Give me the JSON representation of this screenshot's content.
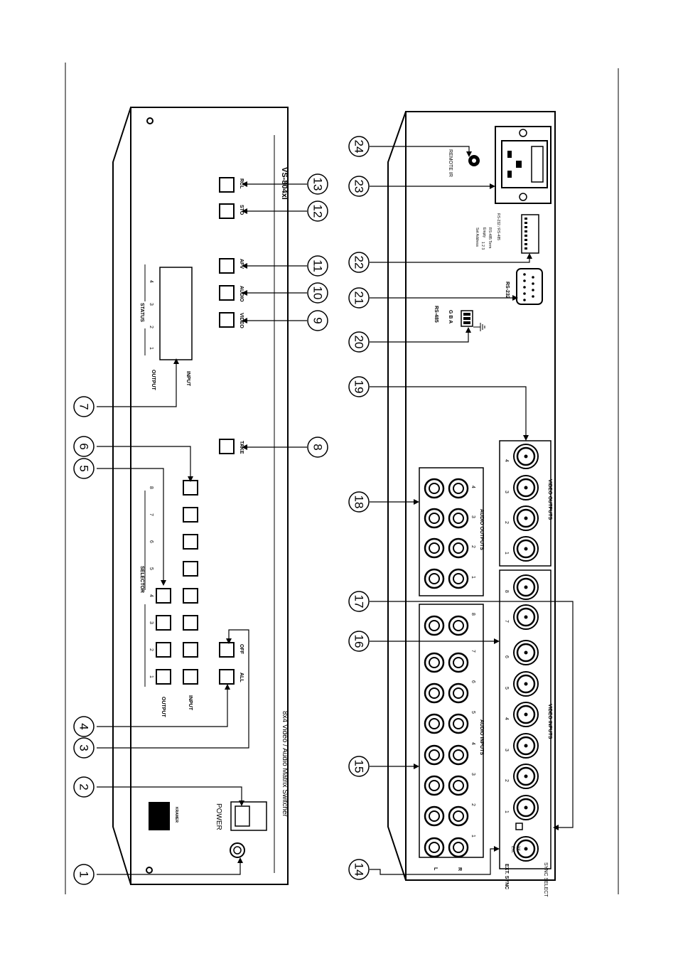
{
  "front_panel": {
    "model": "VS-804xl",
    "subtitle": "8x4 Video / Audio Matrix Switcher",
    "brand": "KRAMER",
    "power_label": "POWER",
    "selector_label": "SELECTOR",
    "output_label": "OUTPUT",
    "input_label": "INPUT",
    "status_label": "STATUS",
    "status_output_label": "OUTPUT",
    "status_input_label": "INPUT",
    "selector_numbers": [
      "1",
      "2",
      "3",
      "4",
      "5",
      "6",
      "7",
      "8"
    ],
    "status_numbers": [
      "1",
      "2",
      "3",
      "4"
    ],
    "all_label": "ALL",
    "off_label": "OFF",
    "take_label": "TAKE",
    "video_label": "VIDEO",
    "audio_label": "AUDIO",
    "afv_label": "AFV",
    "sto_label": "STO",
    "rcl_label": "RCL"
  },
  "rear_panel": {
    "remote_ir_label": "REMOTE IR",
    "rs485_label": "RS-485",
    "gba_label": "G B A",
    "rs232_label": "RS-232",
    "dip_labels": [
      "RS-232 / RS-485",
      "RS-485 Term",
      "Empty",
      "Set Address",
      "1 2 3"
    ],
    "audio_inputs_label": "AUDIO INPUTS",
    "audio_outputs_label": "AUDIO OUTPUTS",
    "video_inputs_label": "VIDEO INPUTS",
    "video_outputs_label": "VIDEO OUTPUTS",
    "ext_sync_label": "EXT. SYNC",
    "sync_select_label": "SYNC SELECT",
    "ext_label": "Ext.",
    "int_label": "Int.",
    "l_label": "L",
    "r_label": "R",
    "audio_input_numbers": [
      "1",
      "2",
      "3",
      "4",
      "5",
      "6",
      "7",
      "8"
    ],
    "audio_output_numbers": [
      "1",
      "2",
      "3",
      "4"
    ],
    "video_input_numbers": [
      "1",
      "2",
      "3",
      "4",
      "5",
      "6",
      "7",
      "8"
    ],
    "video_output_numbers": [
      "1",
      "2",
      "3",
      "4"
    ]
  },
  "callouts": [
    "1",
    "2",
    "3",
    "4",
    "5",
    "6",
    "7",
    "8",
    "9",
    "10",
    "11",
    "12",
    "13",
    "14",
    "15",
    "16",
    "17",
    "18",
    "19",
    "20",
    "21",
    "22",
    "23",
    "24"
  ]
}
